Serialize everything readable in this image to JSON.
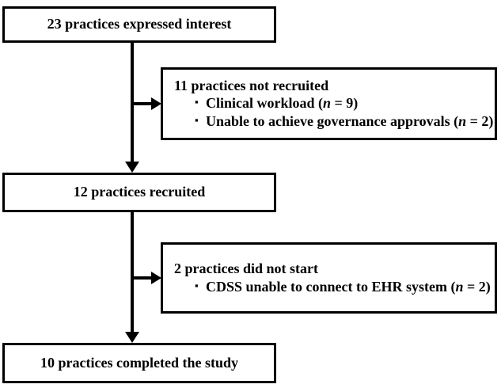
{
  "figure": {
    "type": "flowchart",
    "orientation": "vertical-with-right-branches",
    "stroke_color": "#000000",
    "background_color": "#ffffff",
    "text_color": "#000000"
  },
  "nodes": {
    "enrolled": {
      "label": "23 practices expressed interest",
      "count": 23
    },
    "not_recruited": {
      "heading": "11 practices not recruited",
      "count": 11,
      "reasons": [
        {
          "marker": "▪",
          "text": "Clinical workload (",
          "n_symbol": "n",
          "n_value": " = 9)"
        },
        {
          "marker": "▪",
          "text": "Unable to achieve governance approvals (",
          "n_symbol": "n",
          "n_value": " = 2)"
        }
      ]
    },
    "recruited": {
      "label": "12 practices recruited",
      "count": 12
    },
    "did_not_start": {
      "heading": "2 practices did not start",
      "count": 2,
      "reasons": [
        {
          "marker": "▪",
          "text": "CDSS unable to connect to EHR system (",
          "n_symbol": "n",
          "n_value": " = 2)"
        }
      ]
    },
    "completed": {
      "label": "10 practices completed the study",
      "count": 10
    }
  },
  "connectors": [
    {
      "name": "enrolled-to-recruited",
      "kind": "arrow-down"
    },
    {
      "name": "enrolled-to-not-recruited",
      "kind": "arrow-right"
    },
    {
      "name": "recruited-to-completed",
      "kind": "arrow-down"
    },
    {
      "name": "recruited-to-did-not-start",
      "kind": "arrow-right"
    }
  ]
}
